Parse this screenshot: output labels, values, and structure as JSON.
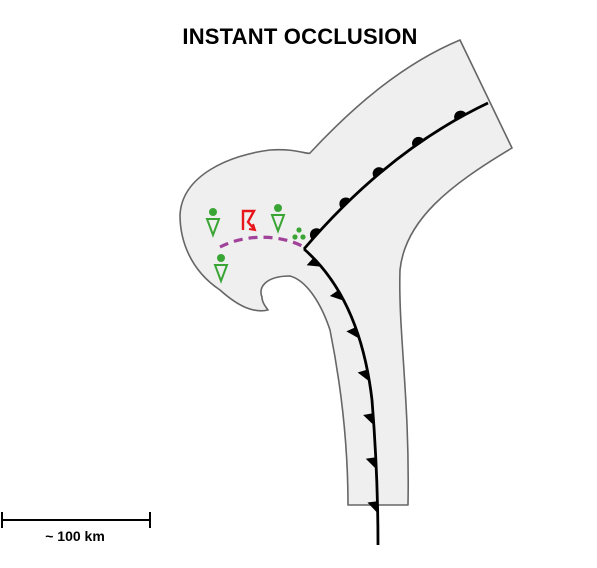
{
  "title": "INSTANT OCCLUSION",
  "scale_bar": {
    "label": "~ 100 km"
  },
  "colors": {
    "cloud_fill": "#efefef",
    "cloud_outline": "#666666",
    "front": "#000000",
    "trough_line": "#a0429a",
    "precip_symbols": "#3aa535",
    "thunderstorm_symbol": "#e8141c"
  },
  "symbols": [
    {
      "icon": "rain-shower-icon",
      "meaning": "rain shower"
    },
    {
      "icon": "rain-shower-icon",
      "meaning": "rain shower"
    },
    {
      "icon": "rain-shower-icon",
      "meaning": "rain shower"
    },
    {
      "icon": "thunderstorm-icon",
      "meaning": "thunderstorm"
    },
    {
      "icon": "moderate-rain-icon",
      "meaning": "moderate rain"
    }
  ]
}
